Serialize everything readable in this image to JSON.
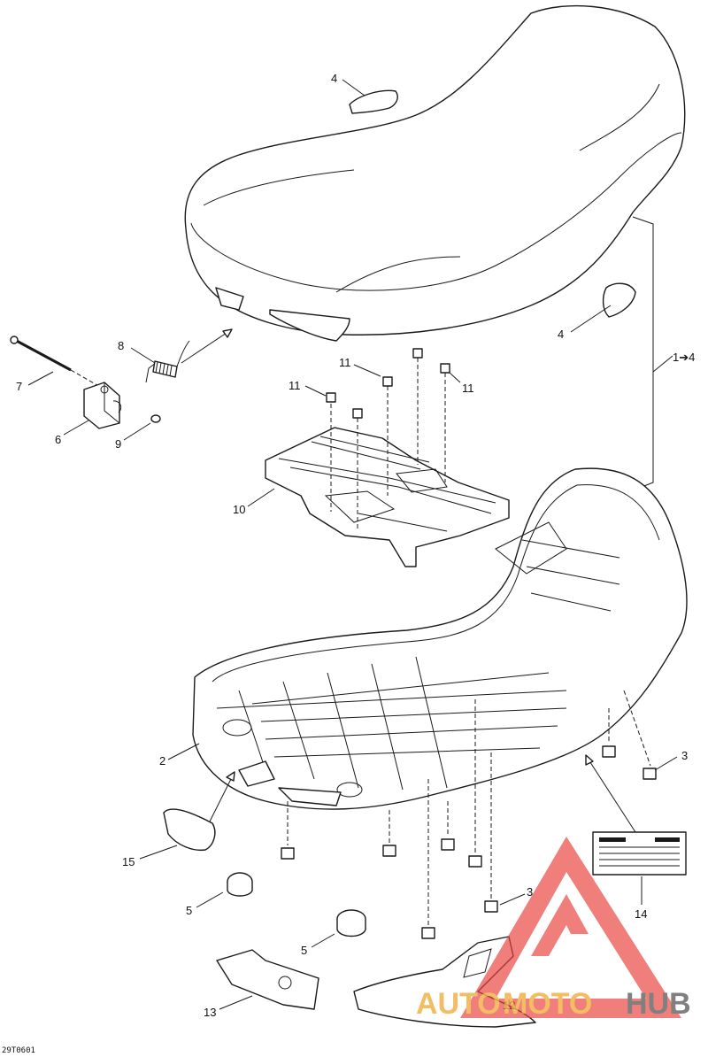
{
  "diagram": {
    "drawing_code": "29T0601",
    "callouts": [
      {
        "id": "c-4-top",
        "text": "4"
      },
      {
        "id": "c-4-right",
        "text": "4"
      },
      {
        "id": "c-1-4",
        "text": "1➔4"
      },
      {
        "id": "c-8",
        "text": "8"
      },
      {
        "id": "c-7",
        "text": "7"
      },
      {
        "id": "c-6",
        "text": "6"
      },
      {
        "id": "c-9",
        "text": "9"
      },
      {
        "id": "c-11-a",
        "text": "11"
      },
      {
        "id": "c-11-b",
        "text": "11"
      },
      {
        "id": "c-11-c",
        "text": "11"
      },
      {
        "id": "c-10",
        "text": "10"
      },
      {
        "id": "c-2",
        "text": "2"
      },
      {
        "id": "c-3-right",
        "text": "3"
      },
      {
        "id": "c-15",
        "text": "15"
      },
      {
        "id": "c-5-a",
        "text": "5"
      },
      {
        "id": "c-5-b",
        "text": "5"
      },
      {
        "id": "c-3-bottom",
        "text": "3"
      },
      {
        "id": "c-14",
        "text": "14"
      },
      {
        "id": "c-13",
        "text": "13"
      },
      {
        "id": "c-12",
        "text": "12"
      }
    ]
  },
  "watermark": {
    "logo_text_1": "AUTO",
    "logo_text_2": "MOTO",
    "logo_text_3": "HUB",
    "colors": {
      "triangle": "#e8433f",
      "auto": "#f2b24a",
      "hub": "#6a6a6a"
    }
  }
}
